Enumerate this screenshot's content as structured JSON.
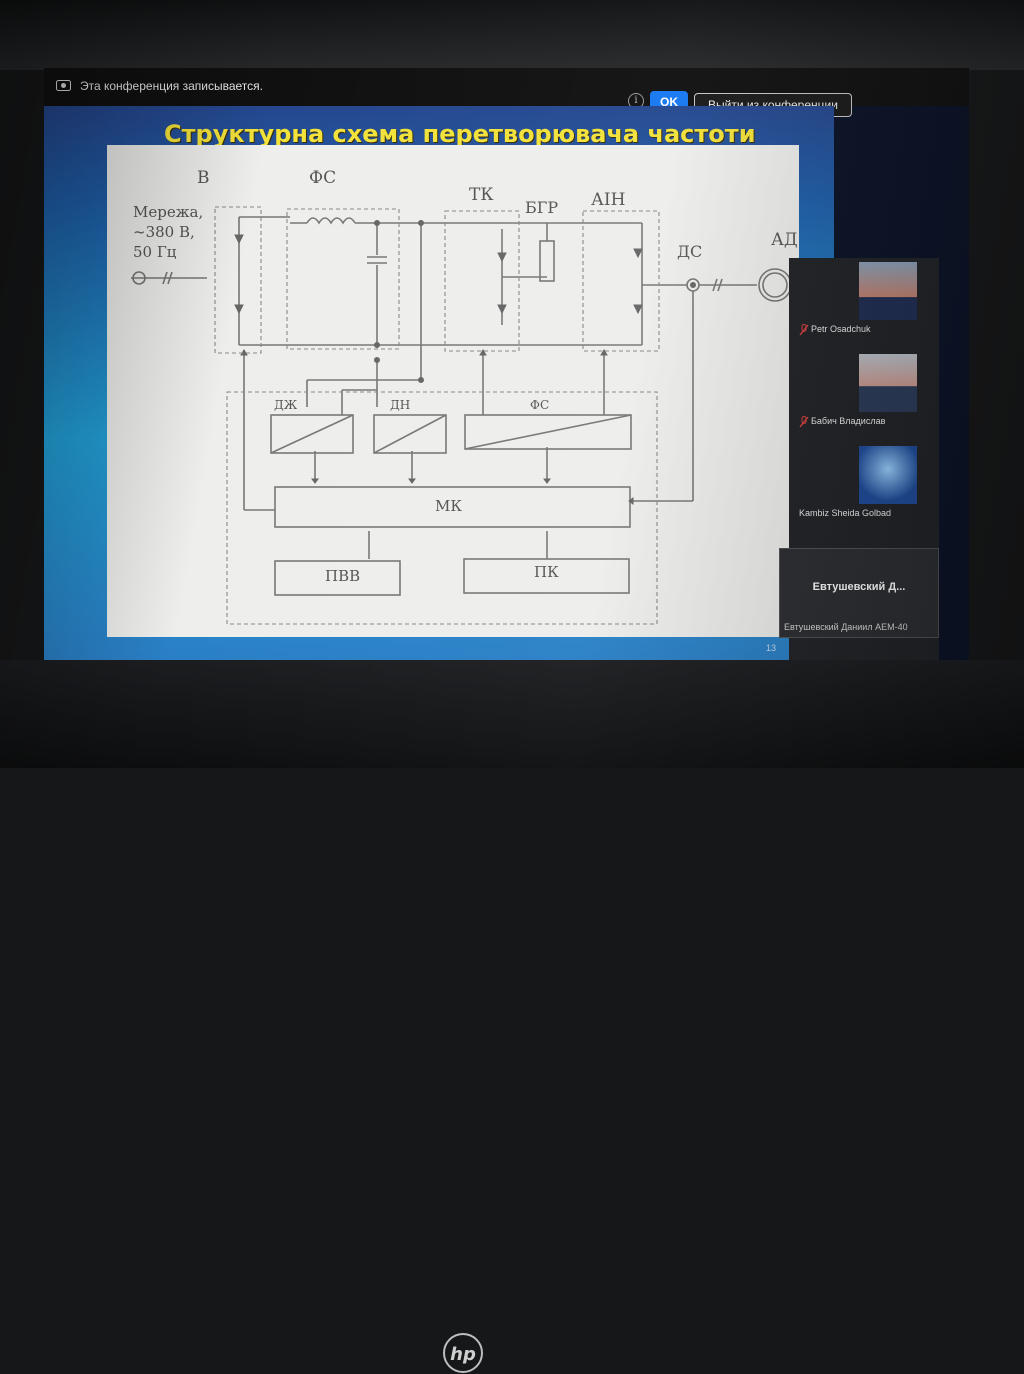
{
  "zoom_bar": {
    "recording_text": "Эта конференция записывается.",
    "info_icon": "info-icon",
    "ok_label": "OK",
    "leave_label": "Выйти из конференции"
  },
  "slide": {
    "title": "Структурна схема перетворювача частоти",
    "page_number": "13",
    "diagram": {
      "grid_label_line1": "Мережа,",
      "grid_label_line2": "~380 В,",
      "grid_label_line3": "50 Гц",
      "rectifier": "В",
      "filter": "ФС",
      "transistor_key": "ТК",
      "brake_block": "БГР",
      "inverter": "АІН",
      "current_sensor": "ДС",
      "motor": "АД",
      "current_sensor_block": "ДЖ",
      "voltage_sensor_block": "ДН",
      "pwm_block": "ФС",
      "controller": "МК",
      "io_device": "ПВВ",
      "control_panel": "ПК"
    }
  },
  "participants": [
    {
      "name": "Petr Osadchuk",
      "muted": true,
      "avatar": "photo"
    },
    {
      "name": "Бабич Владислав",
      "muted": true,
      "avatar": "photo"
    },
    {
      "name": "Kambiz Sheida Golbad",
      "muted": false,
      "avatar": "image"
    }
  ],
  "active_speaker": {
    "display_name": "Евтушевский  Д...",
    "full_name": "Евтушевский Даниил АЕМ-40"
  },
  "device": {
    "brand": "hp"
  }
}
